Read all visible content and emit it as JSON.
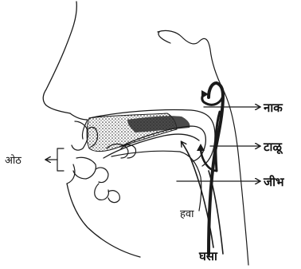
{
  "labels": {
    "nose": "नाक",
    "palate": "टाळू",
    "tongue": "जीभ",
    "lips": "ओठ",
    "air": "हवा",
    "throat": "घसा"
  },
  "colors": {
    "ink": "#1a1a1a",
    "background": "#ffffff"
  }
}
